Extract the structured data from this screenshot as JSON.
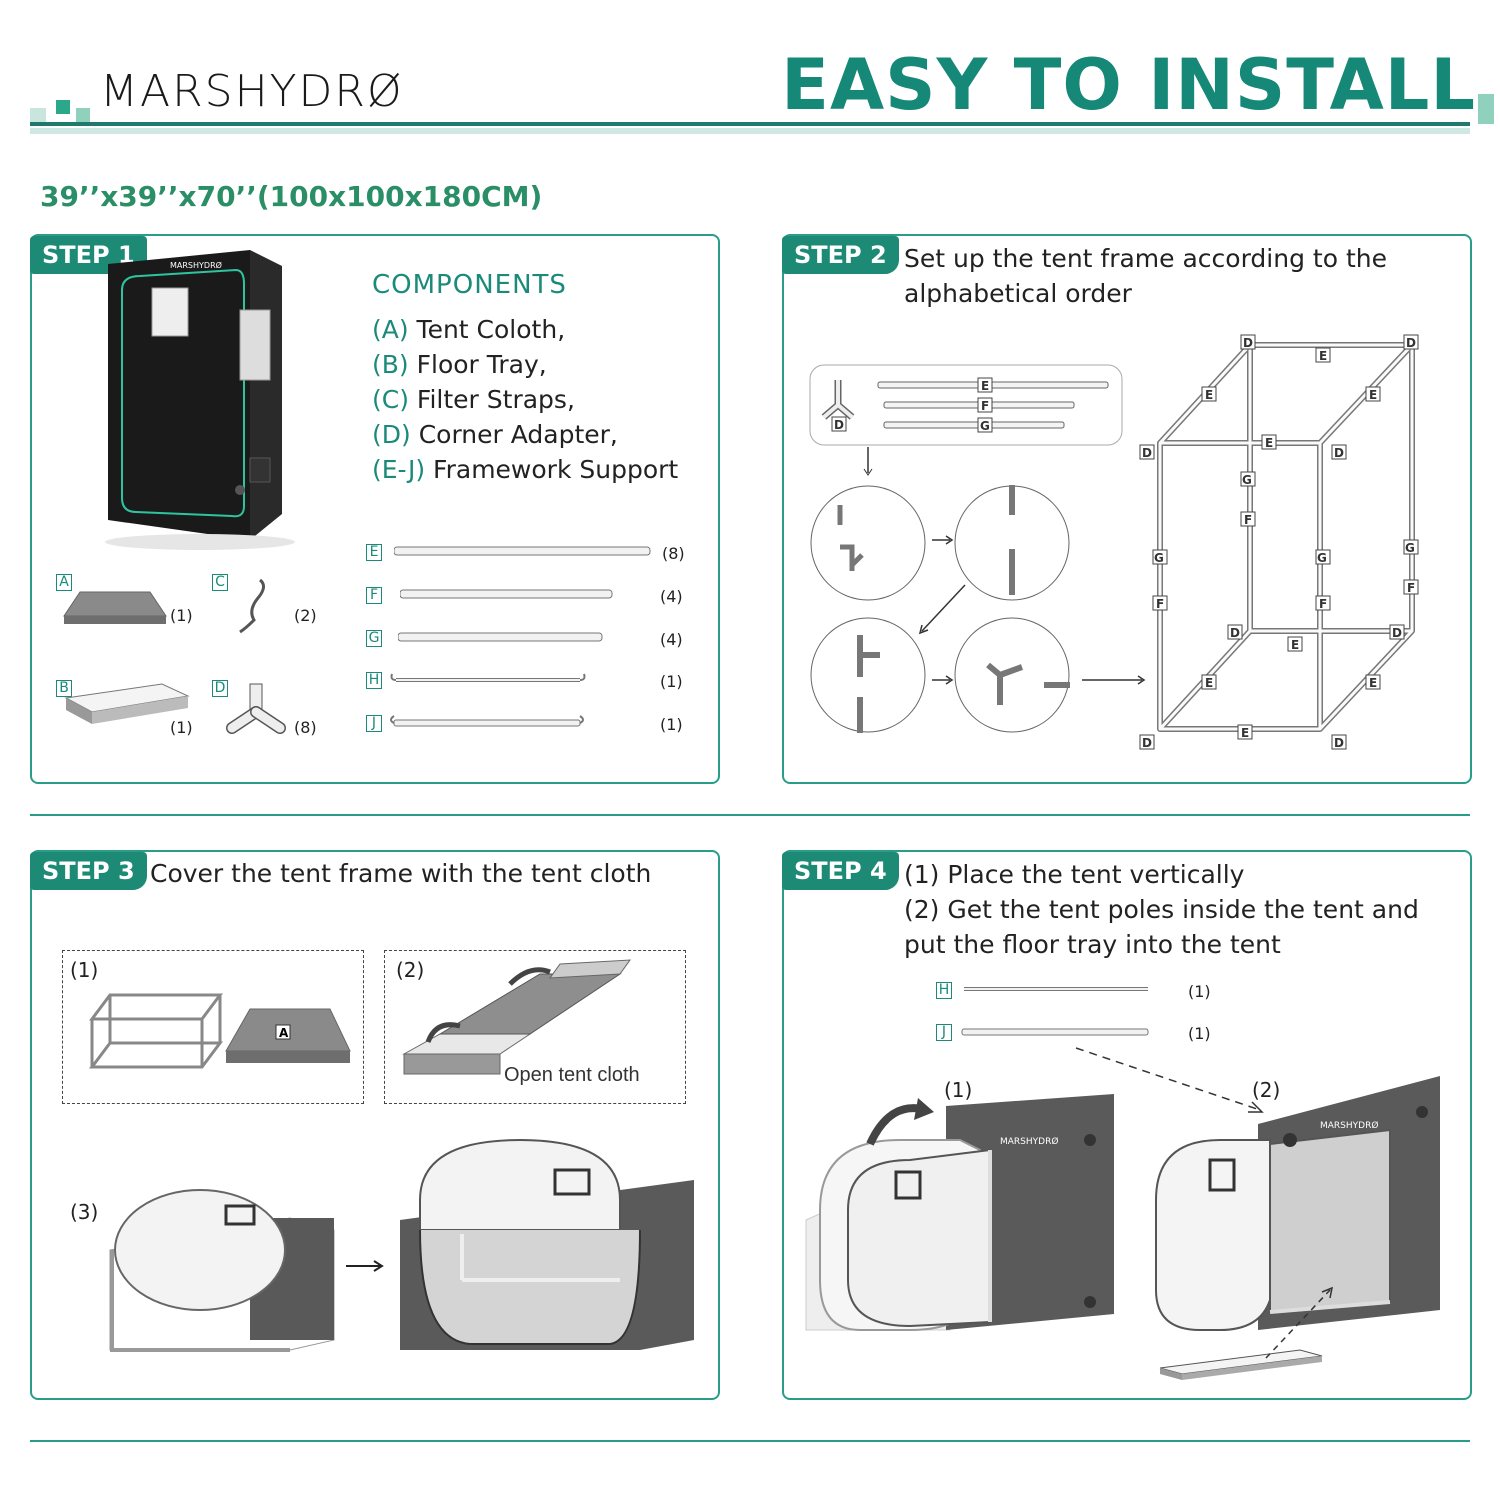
{
  "header": {
    "logo": "MARSHYDRØ",
    "headline": "EASY TO INSTALL"
  },
  "size_label": "39’’x39’’x70’’(100x100x180CM)",
  "step1": {
    "tag": "STEP 1",
    "components_title": "COMPONENTS",
    "components": [
      {
        "key": "(A)",
        "text": " Tent Coloth,"
      },
      {
        "key": "(B)",
        "text": " Floor Tray,"
      },
      {
        "key": "(C)",
        "text": " Filter Straps,"
      },
      {
        "key": "(D)",
        "text": " Corner Adapter,"
      },
      {
        "key": "(E-J)",
        "text": " Framework Support"
      }
    ],
    "parts": [
      {
        "label": "A",
        "qty": "(1)"
      },
      {
        "label": "C",
        "qty": "(2)"
      },
      {
        "label": "B",
        "qty": "(1)"
      },
      {
        "label": "D",
        "qty": "(8)"
      }
    ],
    "poles": [
      {
        "label": "E",
        "qty": "(8)"
      },
      {
        "label": "F",
        "qty": "(4)"
      },
      {
        "label": "G",
        "qty": "(4)"
      },
      {
        "label": "H",
        "qty": "(1)"
      },
      {
        "label": "J",
        "qty": "(1)"
      }
    ]
  },
  "step2": {
    "tag": "STEP 2",
    "text_line1": "Set up the tent frame according to the",
    "text_line2": "alphabetical order",
    "frame_letters": [
      "D",
      "E",
      "F",
      "G"
    ]
  },
  "step3": {
    "tag": "STEP 3",
    "text": "Cover the tent frame with the tent cloth",
    "sub1": "(1)",
    "sub2": "(2)",
    "sub3": "(3)",
    "open_label": "Open tent cloth",
    "tag_a": "A"
  },
  "step4": {
    "tag": "STEP 4",
    "line1": "(1) Place the tent vertically",
    "line2": "(2) Get the tent poles inside the tent and",
    "line3": "put the floor tray into the tent",
    "poles": [
      {
        "label": "H",
        "qty": "(1)"
      },
      {
        "label": "J",
        "qty": "(1)"
      }
    ],
    "sub1": "(1)",
    "sub2": "(2)",
    "brand": "MARSHYDRØ"
  },
  "colors": {
    "accent": "#1d8a76",
    "heading": "#168877",
    "size": "#2a8e66"
  }
}
